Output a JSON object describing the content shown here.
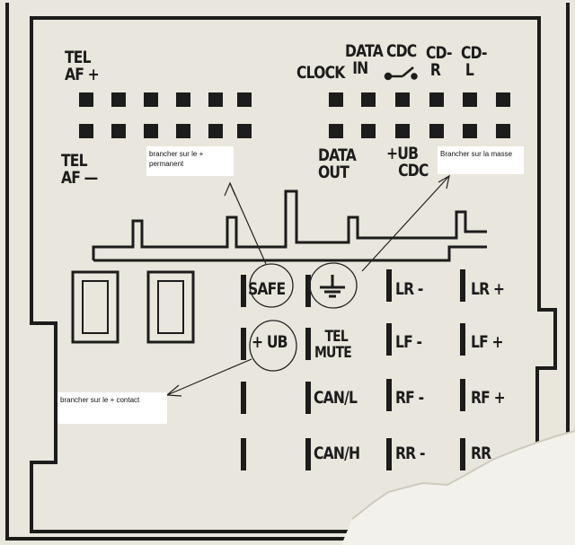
{
  "connector": {
    "top_left": {
      "tel_af_plus": [
        "TEL",
        "AF +"
      ],
      "tel_af_minus": [
        "TEL",
        "AF —"
      ]
    },
    "top_right": {
      "clock": "CLOCK",
      "data_in": [
        "DATA",
        "IN"
      ],
      "cdc": "CDC",
      "cd_r": [
        "CD-",
        "R"
      ],
      "cd_l": [
        "CD-",
        "L"
      ],
      "data_out": [
        "DATA",
        "OUT"
      ],
      "ub_cdc": [
        "+UB",
        "CDC"
      ]
    },
    "pins": {
      "col1": [
        "SAFE",
        "+ UB"
      ],
      "col2": [
        "TEL",
        "MUTE",
        "CAN/L",
        "CAN/H"
      ],
      "col3": [
        "LR -",
        "LF -",
        "RF -",
        "RR -"
      ],
      "col4": [
        "LR +",
        "LF +",
        "RF +",
        "RR"
      ]
    }
  },
  "notes": {
    "permanent": "brancher sur le + permanent",
    "ground": "Brancher sur la masse",
    "contact": "brancher sur le + contact"
  },
  "icons": {
    "ground": "ground-icon"
  },
  "colors": {
    "ink": "#1c1c1c",
    "paper": "#e9e6dd",
    "note_bg": "#ffffff"
  }
}
